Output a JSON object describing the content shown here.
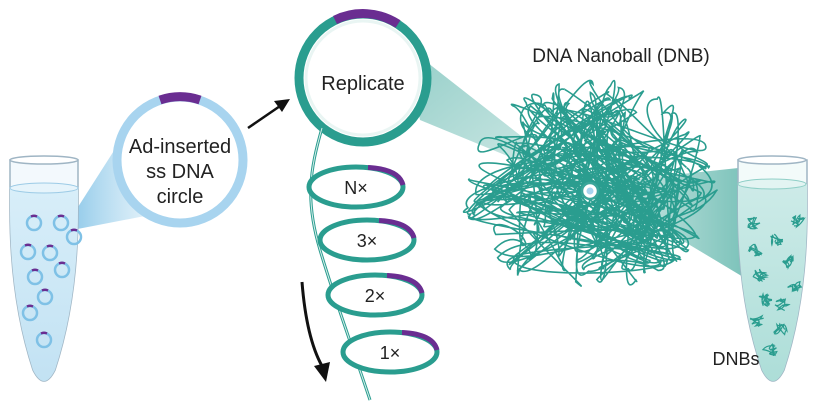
{
  "labels": {
    "ad_circle": [
      "Ad-inserted",
      "ss DNA",
      "circle"
    ],
    "replicate": "Replicate",
    "nanoball": "DNA Nanoball (DNB)",
    "dnbs": "DNBs"
  },
  "copies": [
    "N×",
    "3×",
    "2×",
    "1×"
  ],
  "colors": {
    "teal": "#2a9d8f",
    "teal_dark": "#1f8a7c",
    "purple": "#6a2d91",
    "light_blue": "#a8d4ef",
    "tube_blue": "#cfe8f5",
    "tube_teal": "#bfe6e2"
  }
}
